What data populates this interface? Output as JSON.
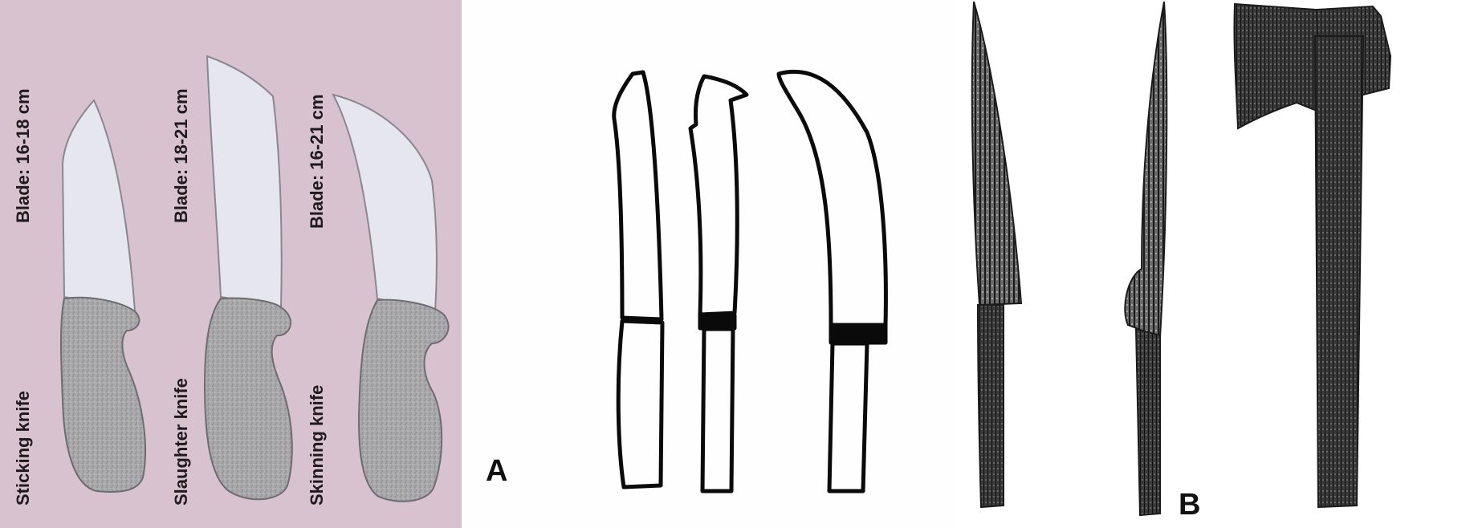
{
  "colors": {
    "left_panel_bg": "#d9c2cf",
    "blade": "#e6e7ee",
    "handle": "#a9a9ab",
    "outline_ink": "#0a0a0a",
    "woodcut_ink": "#1b1b1b"
  },
  "knives": [
    {
      "name": "Sticking knife",
      "blade": "Blade: 16-18 cm"
    },
    {
      "name": "Slaughter knife",
      "blade": "Blade: 18-21 cm"
    },
    {
      "name": "Skinning knife",
      "blade": "Blade: 16-21 cm"
    }
  ],
  "panel_a": {
    "letter": "A"
  },
  "panel_b": {
    "letter": "B"
  }
}
